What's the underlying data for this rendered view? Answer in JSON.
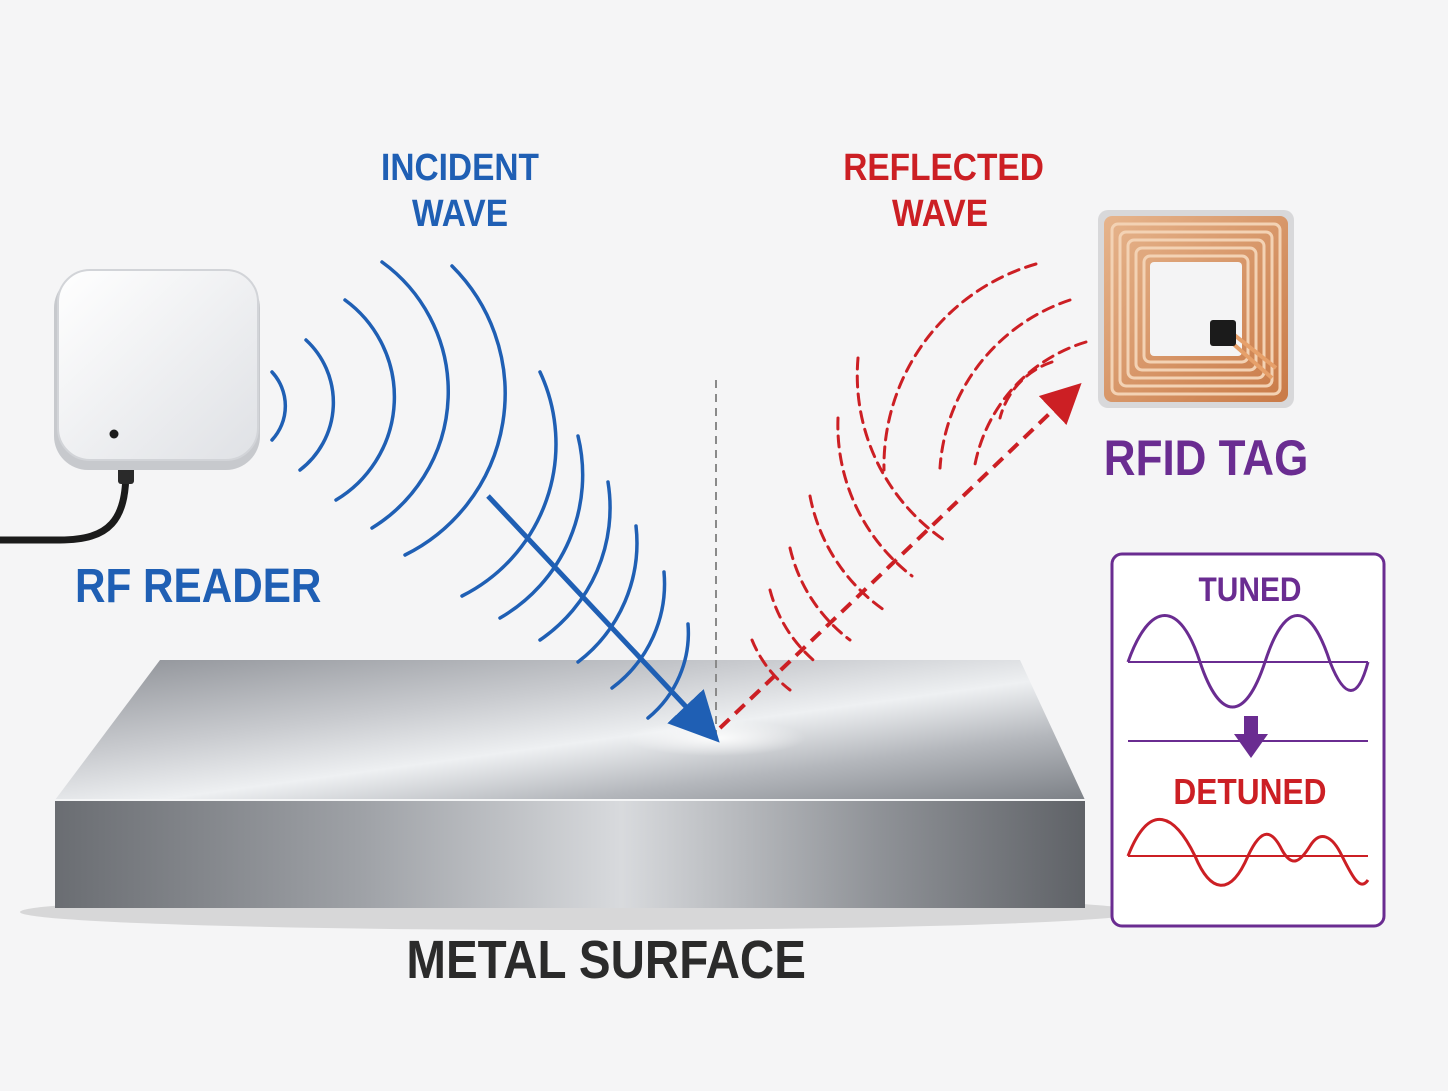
{
  "labels": {
    "incident_line1": "INCIDENT",
    "incident_line2": "WAVE",
    "reflected_line1": "REFLECTED",
    "reflected_line2": "WAVE",
    "reader": "RF READER",
    "tag": "RFID TAG",
    "metal": "METAL SURFACE",
    "tuned": "TUNED",
    "detuned": "DETUNED"
  },
  "colors": {
    "incident": "#1f5fb4",
    "reflected": "#cc1f24",
    "tag_label": "#6a2c91",
    "inset_border": "#6a2c91",
    "metal_text": "#2b2b2b"
  },
  "icons": {
    "reader": "rf-reader-device-icon",
    "tag": "rfid-tag-coil-icon",
    "arrow_down": "arrow-down-icon"
  }
}
